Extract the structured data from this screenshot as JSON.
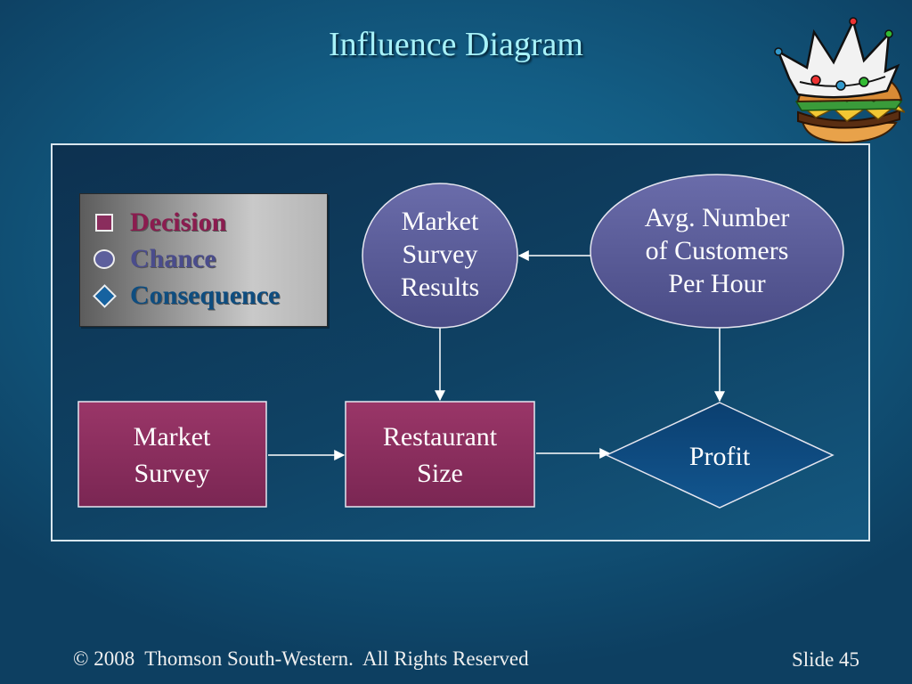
{
  "slide": {
    "title": "Influence Diagram",
    "footer_copyright": "© 2008  Thomson South-Western.  All Rights Reserved",
    "footer_slide": "Slide 45"
  },
  "legend": {
    "items": [
      {
        "label": "Decision",
        "shape": "square",
        "color": "#8a2d5d"
      },
      {
        "label": "Chance",
        "shape": "circle",
        "color": "#5d5f9c"
      },
      {
        "label": "Consequence",
        "shape": "diamond",
        "color": "#1662a0"
      }
    ]
  },
  "nodes": {
    "market_survey_results": {
      "lines": [
        "Market",
        "Survey",
        "Results"
      ],
      "type": "chance"
    },
    "avg_customers": {
      "lines": [
        "Avg. Number",
        "of Customers",
        "Per Hour"
      ],
      "type": "chance"
    },
    "market_survey": {
      "lines": [
        "Market",
        "Survey"
      ],
      "type": "decision"
    },
    "restaurant_size": {
      "lines": [
        "Restaurant",
        "Size"
      ],
      "type": "decision"
    },
    "profit": {
      "lines": [
        "Profit"
      ],
      "type": "consequence"
    }
  },
  "edges": [
    {
      "from": "avg_customers",
      "to": "market_survey_results"
    },
    {
      "from": "market_survey_results",
      "to": "restaurant_size"
    },
    {
      "from": "avg_customers",
      "to": "profit"
    },
    {
      "from": "market_survey",
      "to": "restaurant_size"
    },
    {
      "from": "restaurant_size",
      "to": "profit"
    }
  ],
  "colors": {
    "decision_fill": "#8a2d5d",
    "chance_fill": "#5c5e9b",
    "consequence_fill": "#0f4e85",
    "legend_decision_text": "#8b1c4f",
    "legend_chance_text": "#4a4c8c",
    "legend_consequence_text": "#0e4d80"
  },
  "icons": {
    "clipart": "crowned-burger-icon"
  }
}
